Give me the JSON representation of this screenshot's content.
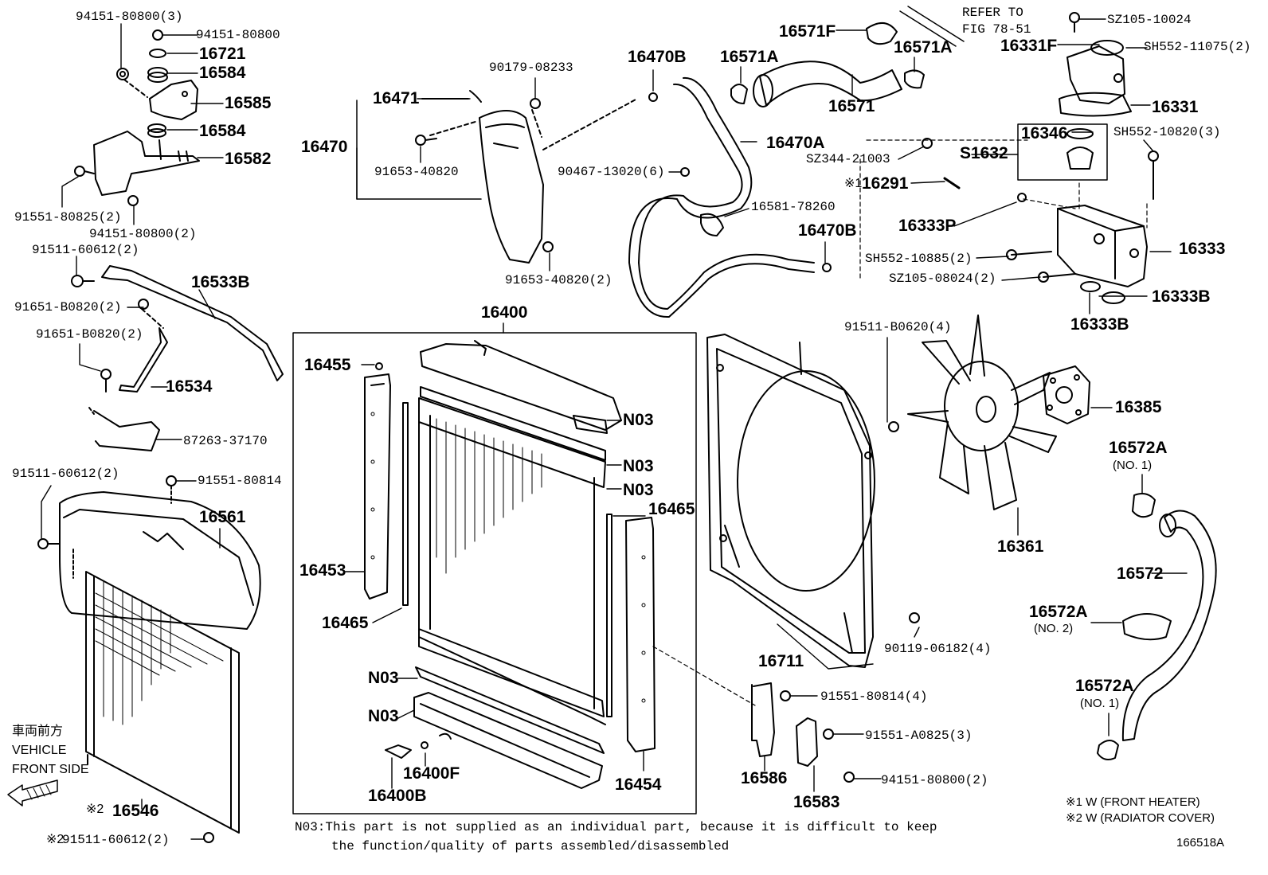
{
  "parts": [
    "94151-80800(3)",
    "94151-80800",
    "16721",
    "16584",
    "16585",
    "16584",
    "16582",
    "91551-80825(2)",
    "94151-80800(2)",
    "91511-60612(2)",
    "16533B",
    "91651-B0820(2)",
    "91651-B0820(2)",
    "16534",
    "87263-37170",
    "91511-60612(2)",
    "91551-80814",
    "16561",
    "16546",
    "91511-60612(2)",
    "16471",
    "16470",
    "90179-08233",
    "91653-40820",
    "90467-13020(6)",
    "91653-40820(2)",
    "16470B",
    "16470A",
    "16581-78260",
    "16470B",
    "16571F",
    "16571A",
    "16571A",
    "16571",
    "16291",
    "SZ105-10024",
    "16331F",
    "SH552-11075(2)",
    "16331",
    "SZ344-21003",
    "S1632",
    "16346",
    "SH552-10820(3)",
    "16333P",
    "SH552-10885(2)",
    "SZ105-08024(2)",
    "16333",
    "16333B",
    "16333B",
    "16400",
    "16455",
    "N03",
    "N03",
    "N03",
    "16465",
    "16453",
    "16465",
    "N03",
    "N03",
    "16400F",
    "16400B",
    "16454",
    "91511-B0620(4)",
    "16385",
    "16361",
    "16711",
    "90119-06182(4)",
    "91551-80814(4)",
    "91551-A0825(3)",
    "94151-80800(2)",
    "16586",
    "16583",
    "16572A",
    "16572",
    "16572A",
    "16572A"
  ],
  "sub_labels": {
    "no1a": "(NO. 1)",
    "no2": "(NO. 2)",
    "no1b": "(NO. 1)"
  },
  "refer": {
    "line1": "REFER TO",
    "line2": "FIG 78-51"
  },
  "marks": {
    "m1": "※1",
    "m2a": "※2",
    "m2b": "※2"
  },
  "vehicle": {
    "jp": "車両前方",
    "en1": "VEHICLE",
    "en2": "FRONT SIDE"
  },
  "notes": {
    "line1": "N03:This part is not supplied as an individual part, because it is difficult to keep",
    "line2": "the function/quality of parts assembled/disassembled",
    "footnote1": "※1 W (FRONT HEATER)",
    "footnote2": "※2 W (RADIATOR COVER)"
  },
  "figure_id": "166518A"
}
